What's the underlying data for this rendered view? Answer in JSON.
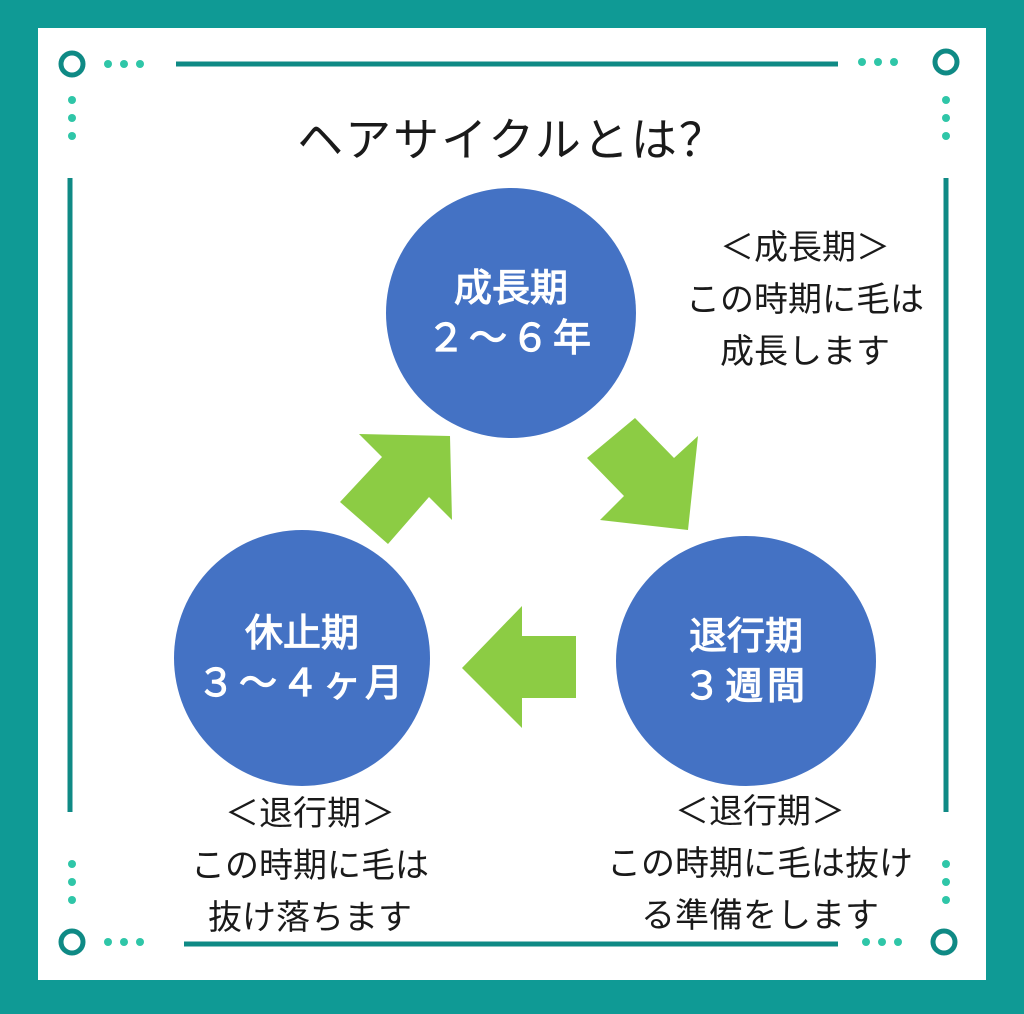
{
  "title": "ヘアサイクルとは？",
  "phases": {
    "growth": {
      "name": "成長期",
      "duration": "２～６年"
    },
    "regression": {
      "name": "退行期",
      "duration": "３週間"
    },
    "rest": {
      "name": "休止期",
      "duration": "３～４ヶ月"
    }
  },
  "notes": {
    "growth": {
      "header": "＜成長期＞",
      "line1": "この時期に毛は",
      "line2": "成長します"
    },
    "rest": {
      "header": "＜退行期＞",
      "line1": "この時期に毛は",
      "line2": "抜け落ちます"
    },
    "regression": {
      "header": "＜退行期＞",
      "line1": "この時期に毛は抜け",
      "line2": "る準備をします"
    }
  },
  "colors": {
    "background": "#0f9a95",
    "circle": "#4472c4",
    "arrow": "#8ccc44",
    "frame": "#0f8a85",
    "dots": "#2fc6a8"
  }
}
